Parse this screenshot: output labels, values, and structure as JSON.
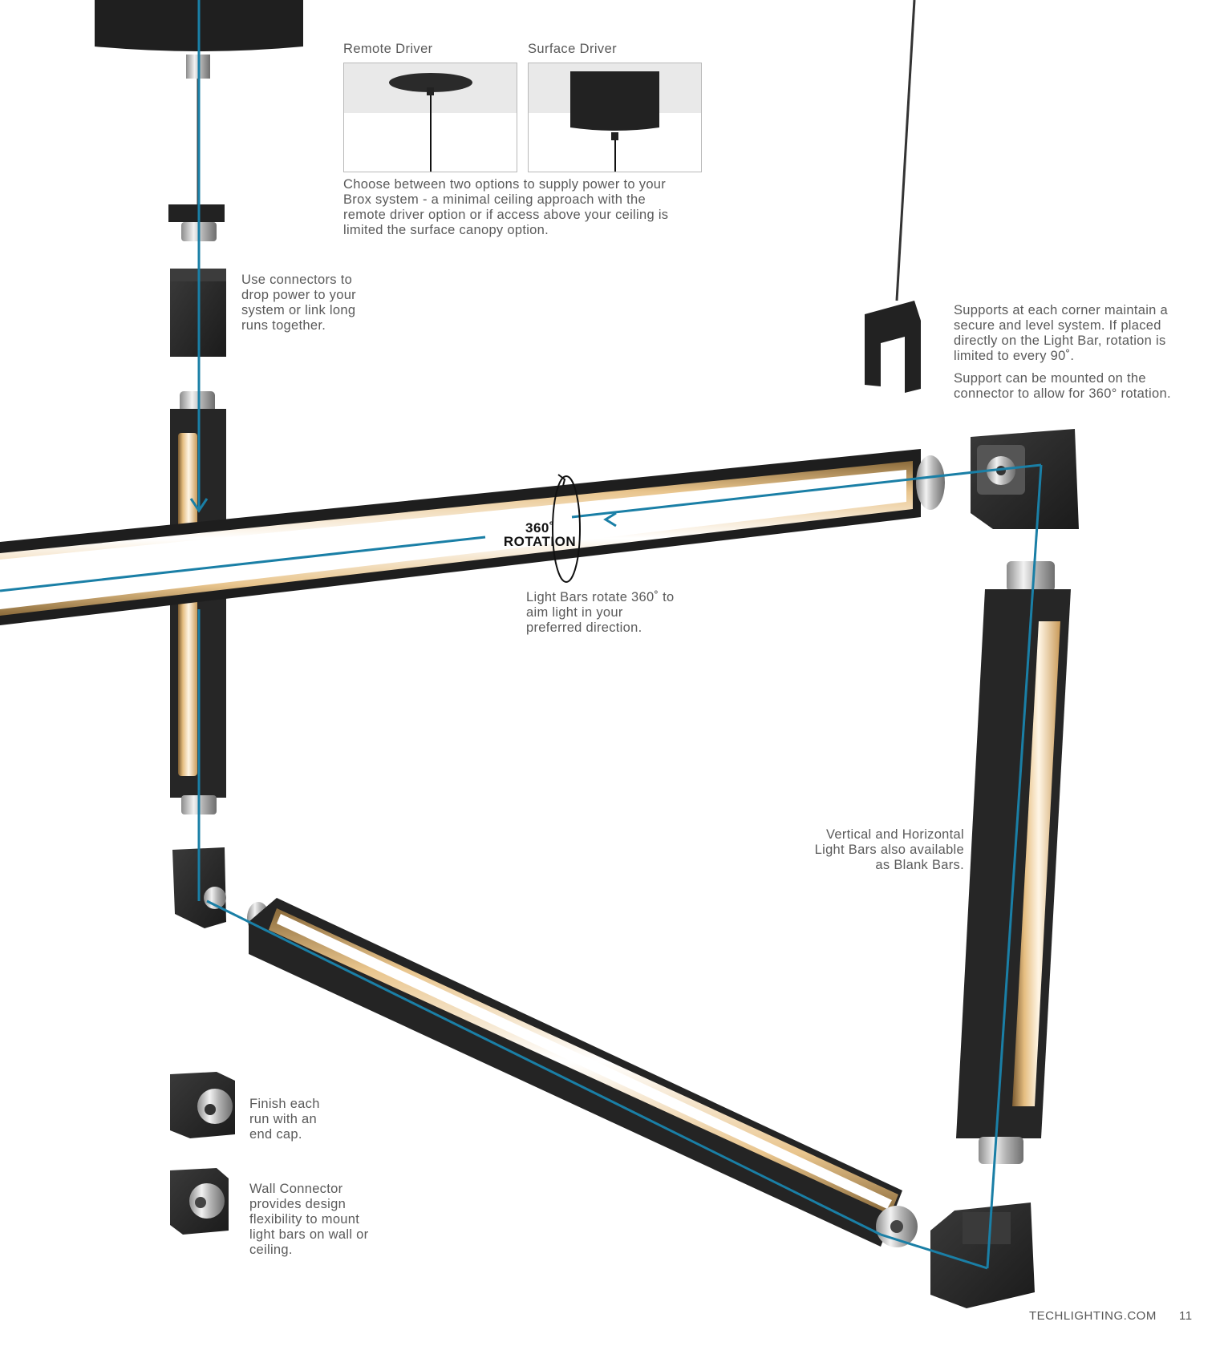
{
  "drivers": {
    "remote_label": "Remote Driver",
    "surface_label": "Surface Driver",
    "description": "Choose between two options to supply power to your Brox system - a minimal ceiling approach with the remote driver option or if access above your ceiling is limited the surface canopy option."
  },
  "captions": {
    "connectors": "Use connectors to drop power to your system or link long runs together.",
    "supports_1": "Supports at each corner maintain a secure and level system. If placed directly on the Light Bar, rotation is limited to every 90˚.",
    "supports_2": "Support can be mounted on the connector to allow for 360° rotation.",
    "rotation_line1": "360˚",
    "rotation_line2": "ROTATION",
    "light_bars": "Light Bars rotate 360˚ to aim light in your preferred direction.",
    "blank_bars": "Vertical and Horizontal Light Bars also available as Blank Bars.",
    "end_cap": "Finish each run with an end cap.",
    "wall_connector": "Wall Connector provides design flexibility to mount light bars on wall or ceiling."
  },
  "footer": {
    "site": "TECHLIGHTING.COM",
    "page_number": "11"
  },
  "colors": {
    "accent_line": "#1a7fa6",
    "bar_body": "#2a2a2a",
    "glow": "#d9a864"
  }
}
